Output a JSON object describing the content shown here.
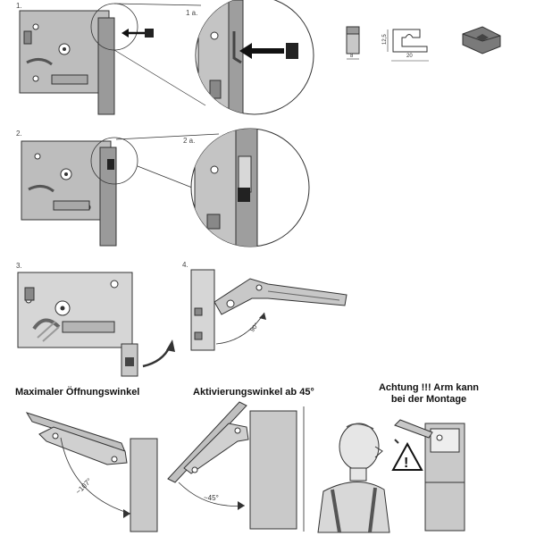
{
  "steps": {
    "s1": "1.",
    "s1a": "1 a.",
    "s2": "2.",
    "s2a": "2 a.",
    "s3": "3.",
    "s4": "4."
  },
  "dimensions": {
    "width_small": "8",
    "height": "12,5",
    "width_large": "20"
  },
  "angles": {
    "step4": "90°",
    "max_open": "~107°",
    "activation": "~45°"
  },
  "headings": {
    "max_opening": "Maximaler Öffnungswinkel",
    "activation": "Aktivierungswinkel ab 45°",
    "warning_line1": "Achtung !!! Arm kann",
    "warning_line2": "bei der Montage"
  },
  "warning_symbol": "!",
  "colors": {
    "metal": "#bdbdbd",
    "metal_dark": "#7a7a7a",
    "panel": "#c9c9c9",
    "line": "#333333"
  }
}
